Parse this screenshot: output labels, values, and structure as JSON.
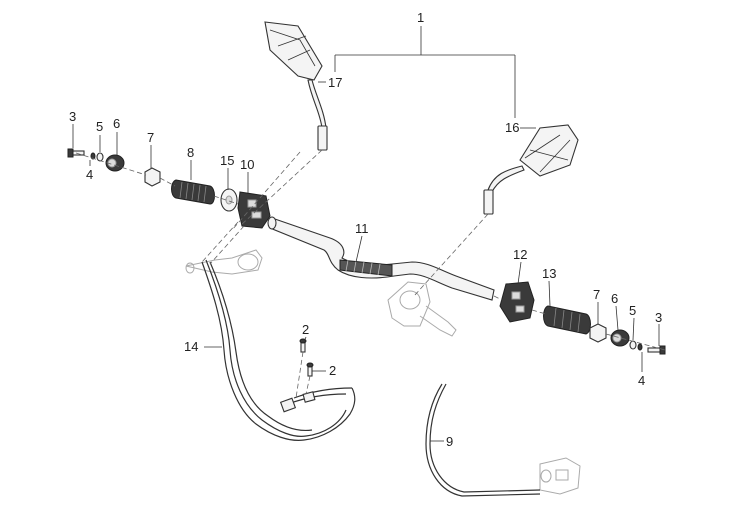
{
  "diagram": {
    "callouts": [
      {
        "id": "c1",
        "label": "1"
      },
      {
        "id": "c2a",
        "label": "2"
      },
      {
        "id": "c2b",
        "label": "2"
      },
      {
        "id": "c3l",
        "label": "3"
      },
      {
        "id": "c3r",
        "label": "3"
      },
      {
        "id": "c4l",
        "label": "4"
      },
      {
        "id": "c4r",
        "label": "4"
      },
      {
        "id": "c5l",
        "label": "5"
      },
      {
        "id": "c5r",
        "label": "5"
      },
      {
        "id": "c6l",
        "label": "6"
      },
      {
        "id": "c6r",
        "label": "6"
      },
      {
        "id": "c7l",
        "label": "7"
      },
      {
        "id": "c7r",
        "label": "7"
      },
      {
        "id": "c8",
        "label": "8"
      },
      {
        "id": "c9",
        "label": "9"
      },
      {
        "id": "c10",
        "label": "10"
      },
      {
        "id": "c11",
        "label": "11"
      },
      {
        "id": "c12",
        "label": "12"
      },
      {
        "id": "c13",
        "label": "13"
      },
      {
        "id": "c14",
        "label": "14"
      },
      {
        "id": "c15",
        "label": "15"
      },
      {
        "id": "c16",
        "label": "16"
      },
      {
        "id": "c17",
        "label": "17"
      }
    ]
  }
}
